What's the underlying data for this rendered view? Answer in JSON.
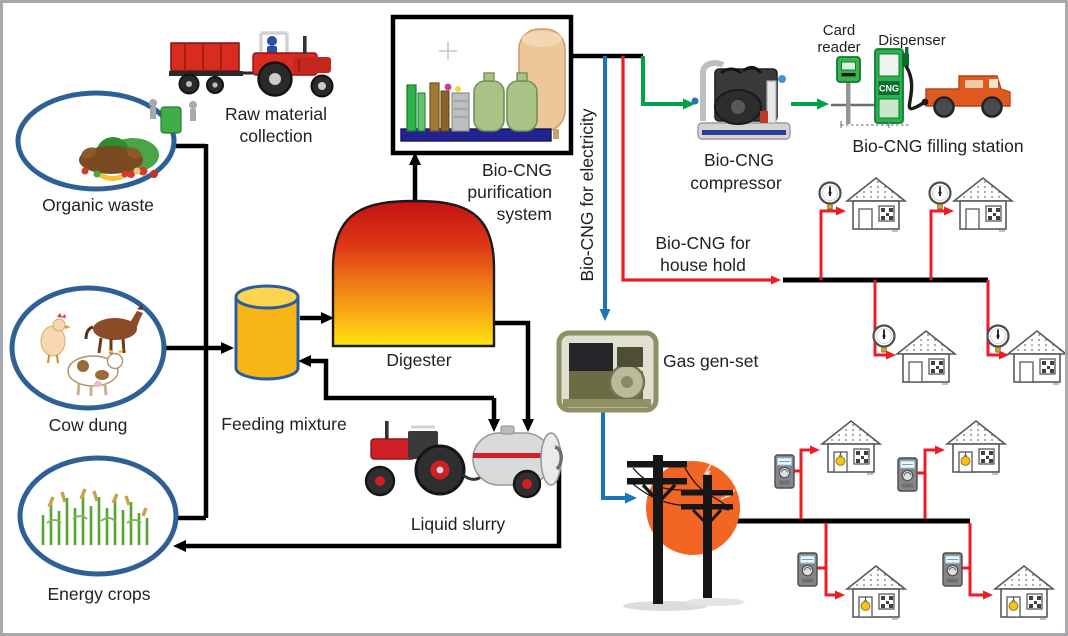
{
  "labels": {
    "raw_material_1": "Raw material",
    "raw_material_2": "collection",
    "organic_waste": "Organic waste",
    "cow_dung": "Cow dung",
    "energy_crops": "Energy crops",
    "feeding_mixture": "Feeding mixture",
    "digester": "Digester",
    "purification_1": "Bio-CNG",
    "purification_2": "purification",
    "purification_3": "system",
    "electricity_flow": "Bio-CNG for electricity",
    "compressor_1": "Bio-CNG",
    "compressor_2": "compressor",
    "card_reader_1": "Card",
    "card_reader_2": "reader",
    "dispenser": "Dispenser",
    "cng_badge": "CNG",
    "filling_station": "Bio-CNG filling station",
    "household_1": "Bio-CNG for",
    "household_2": "house hold",
    "gas_genset": "Gas gen-set",
    "liquid_slurry": "Liquid slurry"
  },
  "colors": {
    "pipe_black": "#000000",
    "cng_green": "#00a14b",
    "electricity_blue": "#1b75bc",
    "gas_red": "#ed1c24",
    "ellipse_blue": "#2e6096",
    "digester_top": "#c41111",
    "digester_bottom": "#ffe60a",
    "feeding_yellow": "#f7b616",
    "sun_orange": "#f26522",
    "truck_orange": "#e05a20",
    "dispenser_green": "#2bb24c"
  }
}
